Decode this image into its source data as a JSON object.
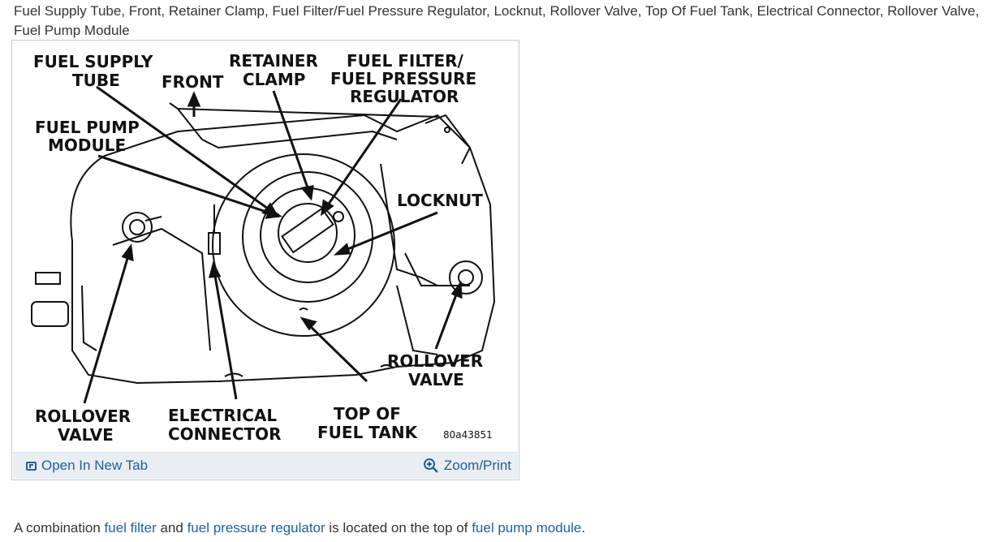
{
  "caption": {
    "text": "Fuel Supply Tube, Front, Retainer Clamp, Fuel Filter/Fuel Pressure Regulator, Locknut, Rollover Valve, Top Of Fuel Tank, Electrical Connector, Rollover Valve, Fuel Pump Module"
  },
  "diagram": {
    "labels": {
      "fuel_supply_tube_1": "FUEL SUPPLY",
      "fuel_supply_tube_2": "TUBE",
      "front": "FRONT",
      "retainer_1": "RETAINER",
      "retainer_2": "CLAMP",
      "filter_1": "FUEL FILTER/",
      "filter_2": "FUEL PRESSURE",
      "filter_3": "REGULATOR",
      "pump_1": "FUEL PUMP",
      "pump_2": "MODULE",
      "locknut": "LOCKNUT",
      "rollover_right_1": "ROLLOVER",
      "rollover_right_2": "VALVE",
      "rollover_left_1": "ROLLOVER",
      "rollover_left_2": "VALVE",
      "electrical_1": "ELECTRICAL",
      "electrical_2": "CONNECTOR",
      "top_tank_1": "TOP OF",
      "top_tank_2": "FUEL TANK",
      "figure_id": "80a43851"
    }
  },
  "toolbar": {
    "open_new_tab": "Open In New Tab",
    "zoom_print": "Zoom/Print",
    "open_icon": "new-tab-icon",
    "zoom_icon": "zoom-in-icon"
  },
  "footer": {
    "part1": "A combination ",
    "link1": "fuel filter",
    "part2": " and ",
    "link2": "fuel pressure regulator",
    "part3": " is located on the top of ",
    "link3": "fuel pump module",
    "part4": "."
  },
  "colors": {
    "link": "#1f5f9e",
    "toolbar_bg": "#e9eef3",
    "text": "#333333"
  }
}
